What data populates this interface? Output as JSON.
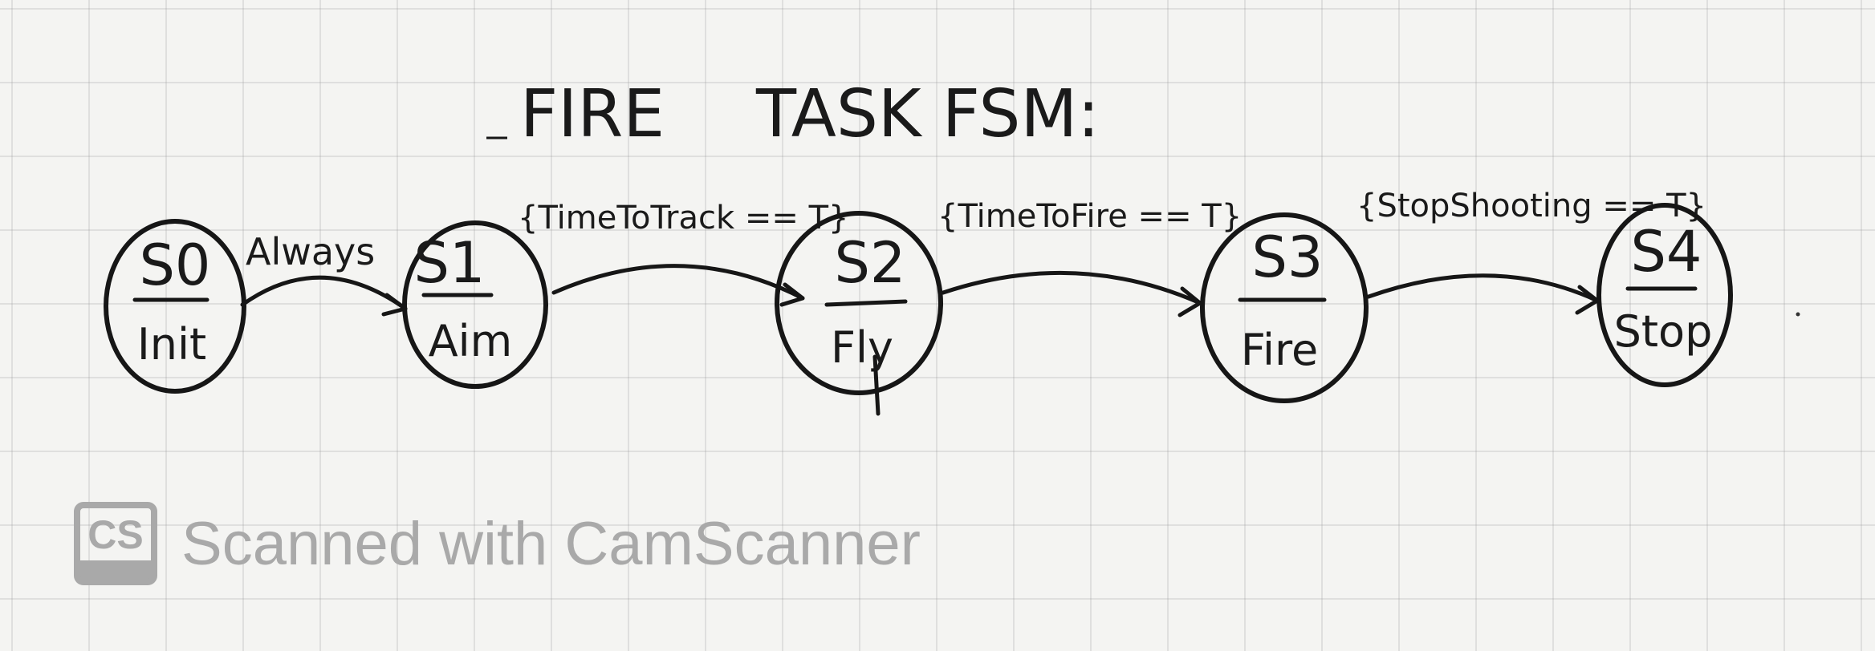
{
  "title": {
    "left": "FIRE",
    "right": "TASK FSM:"
  },
  "states": [
    {
      "id": "S0",
      "label": "Init"
    },
    {
      "id": "S1",
      "label": "Aim"
    },
    {
      "id": "S2",
      "label": "Fly"
    },
    {
      "id": "S3",
      "label": "Fire"
    },
    {
      "id": "S4",
      "label": "Stop"
    }
  ],
  "transitions": [
    {
      "from": "S0",
      "to": "S1",
      "guard": "Always"
    },
    {
      "from": "S1",
      "to": "S2",
      "guard": "{TimeToTrack == T}"
    },
    {
      "from": "S2",
      "to": "S3",
      "guard": "{TimeToFire == T}"
    },
    {
      "from": "S3",
      "to": "S4",
      "guard": "{StopShooting == T}"
    }
  ],
  "watermark": {
    "logo_text": "CS",
    "text": "Scanned with CamScanner"
  }
}
